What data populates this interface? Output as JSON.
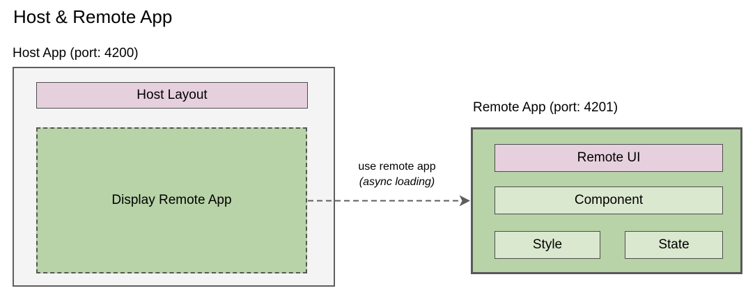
{
  "title": "Host & Remote App",
  "host_app": {
    "label": "Host App (port: 4200)",
    "layout_label": "Host Layout",
    "display_label": "Display Remote App"
  },
  "connection": {
    "label_line1": "use remote app",
    "label_line2": "(async loading)"
  },
  "remote_app": {
    "label": "Remote App (port: 4201)",
    "ui_label": "Remote UI",
    "component_label": "Component",
    "style_label": "Style",
    "state_label": "State"
  },
  "colors": {
    "pink_fill": "#e6d0de",
    "green_fill": "#b8d3a8",
    "light_green_fill": "#dbe8d0",
    "gray_fill": "#f4f4f4",
    "border_dark": "#4d4d4d",
    "outer_border": "#5e5e5e"
  }
}
